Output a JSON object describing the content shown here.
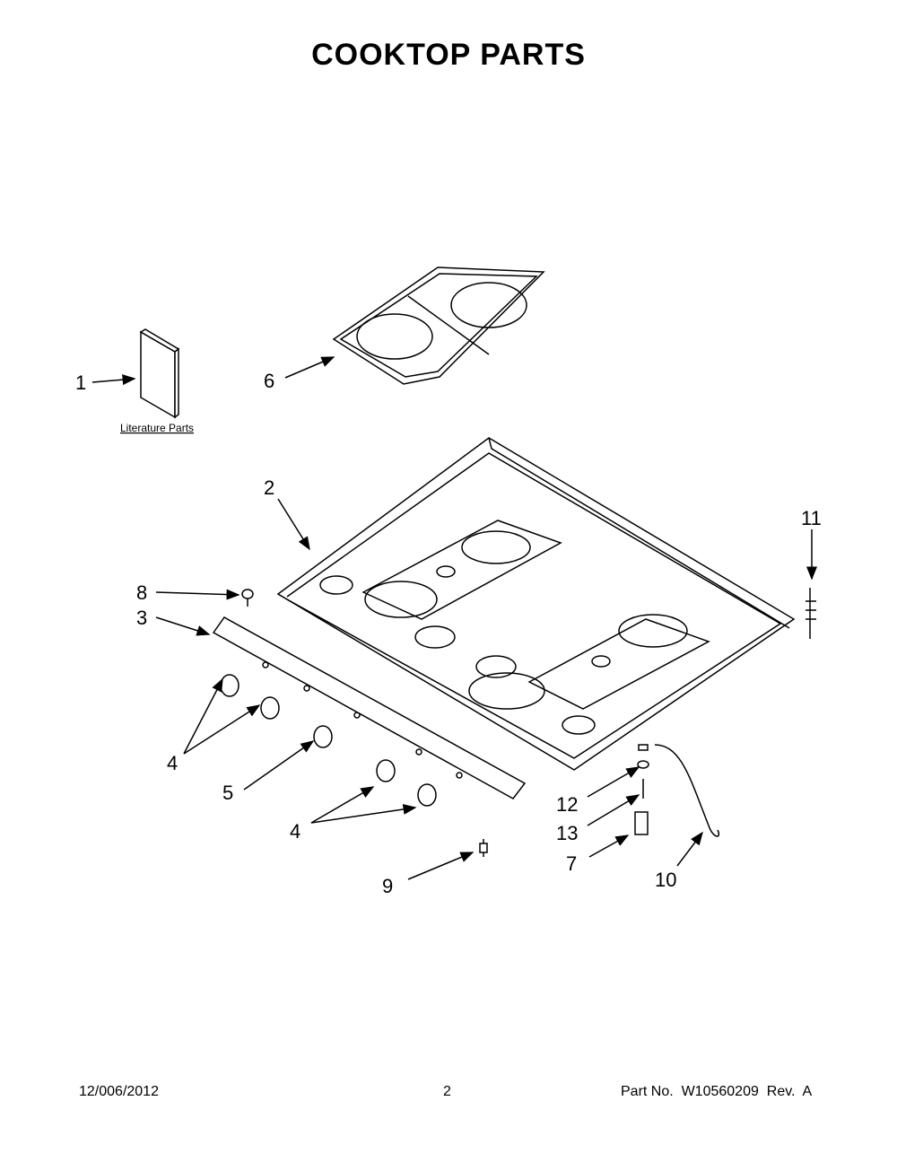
{
  "title": "COOKTOP PARTS",
  "literature_label": "Literature Parts",
  "callouts": {
    "c1": "1",
    "c2": "2",
    "c3": "3",
    "c4a": "4",
    "c4b": "4",
    "c5": "5",
    "c6": "6",
    "c7": "7",
    "c8": "8",
    "c9": "9",
    "c10": "10",
    "c11": "11",
    "c12": "12",
    "c13": "13"
  },
  "footer": {
    "date": "12/006/2012",
    "page": "2",
    "part_no": "Part No.  W10560209  Rev.  A"
  }
}
